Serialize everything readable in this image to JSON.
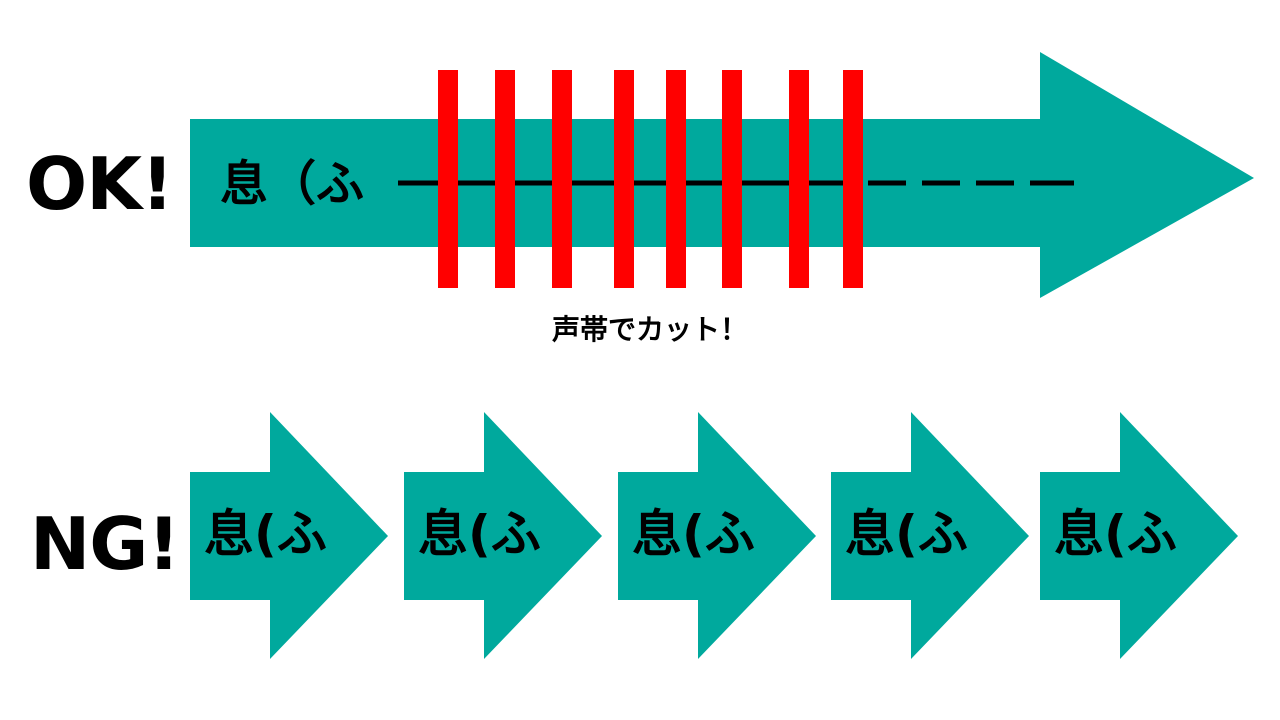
{
  "ok_section": {
    "label": "OK!",
    "breath_text": "息（ふ",
    "caption": "声帯でカット！",
    "cut_count": 8
  },
  "ng_section": {
    "label": "NG!",
    "breath_texts": [
      "息(ふ",
      "息(ふ",
      "息(ふ",
      "息(ふ",
      "息(ふ"
    ]
  },
  "colors": {
    "arrow": "#00A99D",
    "cut": "#FF0000",
    "text": "#000000"
  }
}
